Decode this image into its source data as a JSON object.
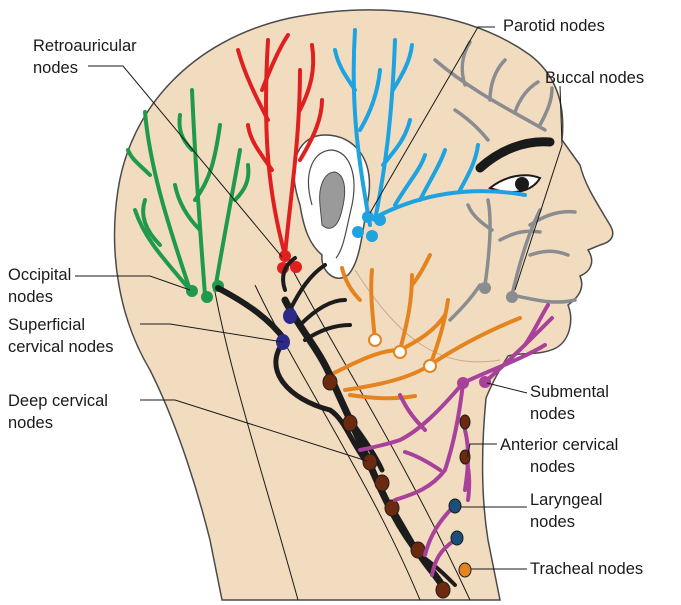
{
  "labels": {
    "retroauricular": [
      "Retroauricular",
      "nodes"
    ],
    "parotid": [
      "Parotid nodes"
    ],
    "buccal": [
      "Buccal nodes"
    ],
    "occipital": [
      "Occipital",
      "nodes"
    ],
    "superficial_cervical": [
      "Superficial",
      "cervical nodes"
    ],
    "deep_cervical": [
      "Deep cervical",
      "nodes"
    ],
    "submental": [
      "Submental",
      "nodes"
    ],
    "anterior_cervical": [
      "Anterior cervical",
      "nodes"
    ],
    "laryngeal": [
      "Laryngeal",
      "nodes"
    ],
    "tracheal": [
      "Tracheal nodes"
    ]
  },
  "colors": {
    "skin": "#f2dcc0",
    "skin_outline": "#4a4a4a",
    "occipital_vessels": "#1f9a4a",
    "retroauricular_vessels": "#e02020",
    "parotid_vessels": "#1ea3e0",
    "buccal_vessels": "#8a8c8f",
    "superficial_cervical_vessels": "#e5841f",
    "deep_cervical_vessels": "#1c1c1c",
    "submental_vessels": "#a7419a",
    "superficial_cervical_nodes": "#2b2a8a",
    "deep_cervical_nodes": "#6b2a10",
    "laryngeal_nodes": "#1d4e7a",
    "tracheal_nodes": "#e5841f",
    "eyebrow": "#1a1a1a",
    "ear_canal": "#9a9a9a"
  }
}
